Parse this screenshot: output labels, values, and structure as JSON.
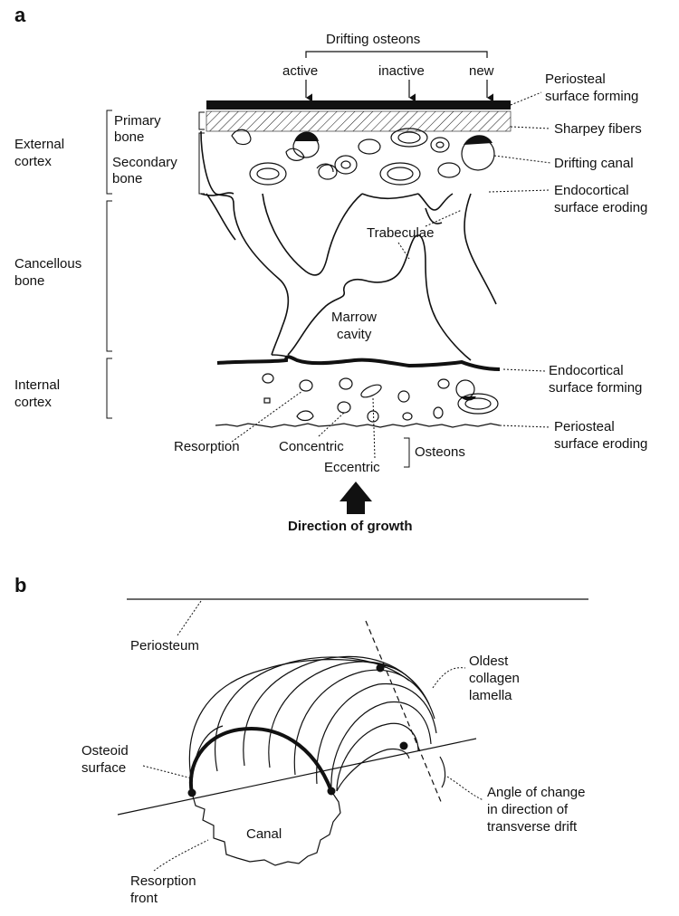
{
  "panel_a": {
    "label": "a",
    "drifting_osteons": "Drifting osteons",
    "active": "active",
    "inactive": "inactive",
    "new": "new",
    "periosteal_forming_1": "Periosteal",
    "periosteal_forming_2": "surface forming",
    "sharpey": "Sharpey fibers",
    "drifting_canal": "Drifting canal",
    "endo_eroding_1": "Endocortical",
    "endo_eroding_2": "surface eroding",
    "trabeculae": "Trabeculae",
    "marrow_1": "Marrow",
    "marrow_2": "cavity",
    "endo_forming_1": "Endocortical",
    "endo_forming_2": "surface forming",
    "periosteal_eroding_1": "Periosteal",
    "periosteal_eroding_2": "surface eroding",
    "primary_1": "Primary",
    "primary_2": "bone",
    "secondary_1": "Secondary",
    "secondary_2": "bone",
    "external_1": "External",
    "external_2": "cortex",
    "cancellous_1": "Cancellous",
    "cancellous_2": "bone",
    "internal_1": "Internal",
    "internal_2": "cortex",
    "resorption": "Resorption",
    "concentric": "Concentric",
    "eccentric": "Eccentric",
    "osteons": "Osteons",
    "direction": "Direction of growth"
  },
  "panel_b": {
    "label": "b",
    "periosteum": "Periosteum",
    "oldest_1": "Oldest",
    "oldest_2": "collagen",
    "oldest_3": "lamella",
    "osteoid_1": "Osteoid",
    "osteoid_2": "surface",
    "canal": "Canal",
    "angle_1": "Angle of change",
    "angle_2": "in direction of",
    "angle_3": "transverse drift",
    "resorption_1": "Resorption",
    "resorption_2": "front"
  }
}
